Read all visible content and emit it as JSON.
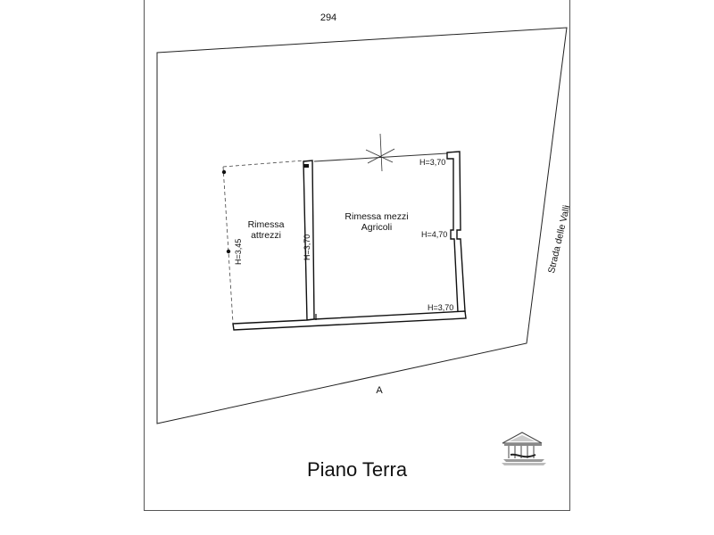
{
  "drawing": {
    "sheet_title": "Piano Terra",
    "parcel_number_top": "294",
    "parcel_label_bottom": "A",
    "street_name": "Strada delle Valli"
  },
  "rooms": [
    {
      "name_line1": "Rimessa",
      "name_line2": "attrezzi"
    },
    {
      "name_line1": "Rimessa mezzi",
      "name_line2": "Agricoli"
    }
  ],
  "heights": {
    "attrezzi_outer": "H=3,45",
    "partition_wall": "H=3,70",
    "mezzi_top_right": "H=3,70",
    "mezzi_mid_right": "H=4,70",
    "mezzi_bottom_right": "H=3,70"
  },
  "logo": {
    "icon": "classical-temple-logo"
  },
  "colors": {
    "line": "#111111",
    "wall_fill": "#ffffff",
    "sheet_border": "#555555"
  }
}
